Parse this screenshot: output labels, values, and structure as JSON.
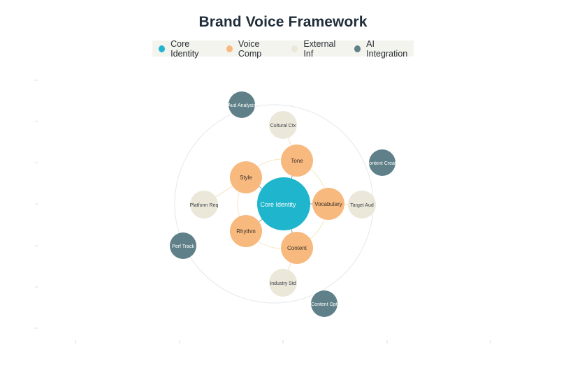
{
  "title": "Brand Voice Framework",
  "legend": [
    {
      "label": "Core Identity",
      "color": "#1fb5cc"
    },
    {
      "label": "Voice Comp",
      "color": "#f8b97f"
    },
    {
      "label": "External Inf",
      "color": "#ebe8da"
    },
    {
      "label": "AI Integration",
      "color": "#5f8088"
    }
  ],
  "nodes": {
    "core": {
      "label": "Core Identity",
      "group": "Core Identity"
    },
    "tone": {
      "label": "Tone",
      "group": "Voice Comp"
    },
    "style": {
      "label": "Style",
      "group": "Voice Comp"
    },
    "vocabulary": {
      "label": "Vocabulary",
      "group": "Voice Comp"
    },
    "rhythm": {
      "label": "Rhythm",
      "group": "Voice Comp"
    },
    "content": {
      "label": "Content",
      "group": "Voice Comp"
    },
    "cultural": {
      "label": "Cultural Ctx",
      "group": "External Inf"
    },
    "platform": {
      "label": "Platform Req",
      "group": "External Inf"
    },
    "target": {
      "label": "Target Aud",
      "group": "External Inf"
    },
    "industry": {
      "label": "Industry Std",
      "group": "External Inf"
    },
    "audanalysis": {
      "label": "Aud Analysis",
      "group": "AI Integration"
    },
    "contentcreate": {
      "label": "Content Create",
      "group": "AI Integration"
    },
    "perftrack": {
      "label": "Perf Track",
      "group": "AI Integration"
    },
    "contentopt": {
      "label": "Content Opt",
      "group": "AI Integration"
    }
  }
}
